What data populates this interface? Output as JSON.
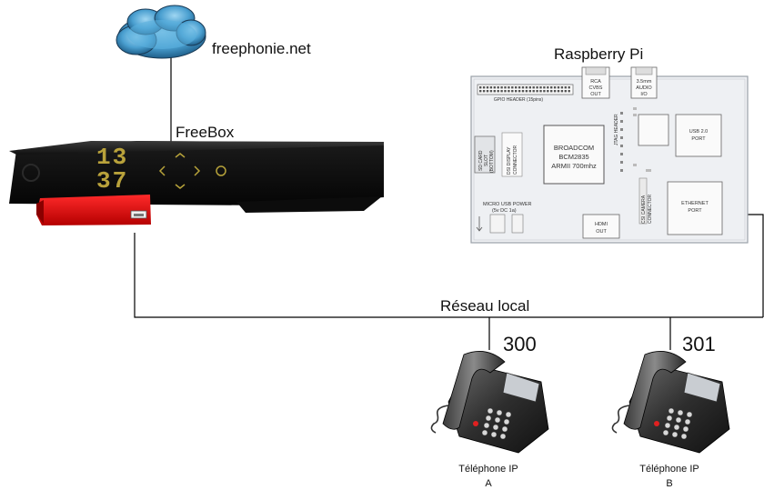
{
  "labels": {
    "cloud": "freephonie.net",
    "raspberry": "Raspberry Pi",
    "freebox": "FreeBox",
    "lan": "Réseau local",
    "ext_a": "300",
    "ext_b": "301"
  },
  "phones": [
    {
      "line1": "Téléphone IP",
      "line2": "A"
    },
    {
      "line1": "Téléphone IP",
      "line2": "B"
    }
  ],
  "freebox_display": {
    "digits_top": "13",
    "digits_bottom": "37"
  },
  "raspberry_board": {
    "gpio": "GPIO HEADER (15pins)",
    "rca1": "RCA",
    "rca2": "CVBS",
    "rca3": "OUT",
    "audio1": "3.5mm",
    "audio2": "AUDIO",
    "audio3": "I/O",
    "jtag": "JTAG HEADER",
    "usb1": "USB 2.0",
    "usb2": "PORT",
    "sd1": "SD CARD",
    "sd2": "SLOT",
    "sd3": "(BOTTOM)",
    "dsi1": "DSI DISPLAY",
    "dsi2": "CONNECTOR",
    "soc1": "BROADCOM",
    "soc2": "BCM2835",
    "soc3": "ARMII 700mhz",
    "csi1": "CSI CAMERA",
    "csi2": "CONNECTOR",
    "eth1": "ETHERNET",
    "eth2": "PORT",
    "power1": "MICRO USB POWER",
    "power2": "(5v DC 1a)",
    "hdmi1": "HDMI",
    "hdmi2": "OUT"
  }
}
